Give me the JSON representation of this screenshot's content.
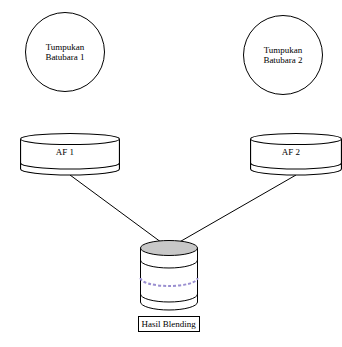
{
  "diagram": {
    "nodes": [
      {
        "text": [
          "Tumpukan Batubara 1"
        ]
      },
      {
        "text": [
          "Tumpukan Batubara 2"
        ]
      },
      {
        "text": [
          "AF 1"
        ]
      },
      {
        "text": [
          "AF 2"
        ]
      },
      {
        "text": [
          "Hasil Blending"
        ]
      }
    ],
    "edges": [
      {
        "from": 2,
        "to": 4,
        "arrow": "to"
      },
      {
        "from": 3,
        "to": 4,
        "arrow": "to"
      }
    ]
  }
}
